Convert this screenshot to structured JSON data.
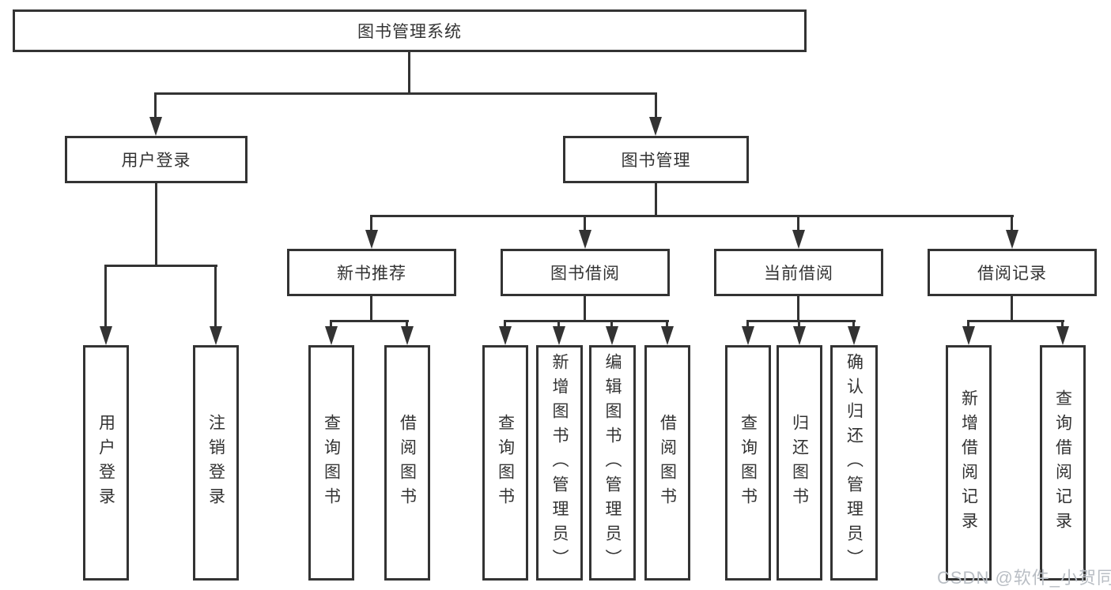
{
  "colors": {
    "line": "#333333",
    "text": "#333333",
    "background": "#ffffff",
    "watermark-color": "#b9bec4"
  },
  "tree": {
    "root": {
      "label": "图书管理系统"
    },
    "level2": [
      {
        "label": "用户登录",
        "parent": "图书管理系统"
      },
      {
        "label": "图书管理",
        "parent": "图书管理系统"
      }
    ],
    "level3": [
      {
        "label": "新书推荐",
        "parent": "图书管理"
      },
      {
        "label": "图书借阅",
        "parent": "图书管理"
      },
      {
        "label": "当前借阅",
        "parent": "图书管理"
      },
      {
        "label": "借阅记录",
        "parent": "图书管理"
      }
    ],
    "leaves": [
      {
        "label": "用户登录",
        "parent": "用户登录"
      },
      {
        "label": "注销登录",
        "parent": "用户登录"
      },
      {
        "label": "查询图书",
        "parent": "新书推荐"
      },
      {
        "label": "借阅图书",
        "parent": "新书推荐"
      },
      {
        "label": "查询图书",
        "parent": "图书借阅"
      },
      {
        "label": "新增图书（管理员）",
        "parent": "图书借阅"
      },
      {
        "label": "编辑图书（管理员）",
        "parent": "图书借阅"
      },
      {
        "label": "借阅图书",
        "parent": "图书借阅"
      },
      {
        "label": "查询图书",
        "parent": "当前借阅"
      },
      {
        "label": "归还图书",
        "parent": "当前借阅"
      },
      {
        "label": "确认归还（管理员）",
        "parent": "当前借阅"
      },
      {
        "label": "新增借阅记录",
        "parent": "借阅记录"
      },
      {
        "label": "查询借阅记录",
        "parent": "借阅记录"
      }
    ]
  },
  "watermark": {
    "text": "CSDN @软件_小贺同学"
  }
}
